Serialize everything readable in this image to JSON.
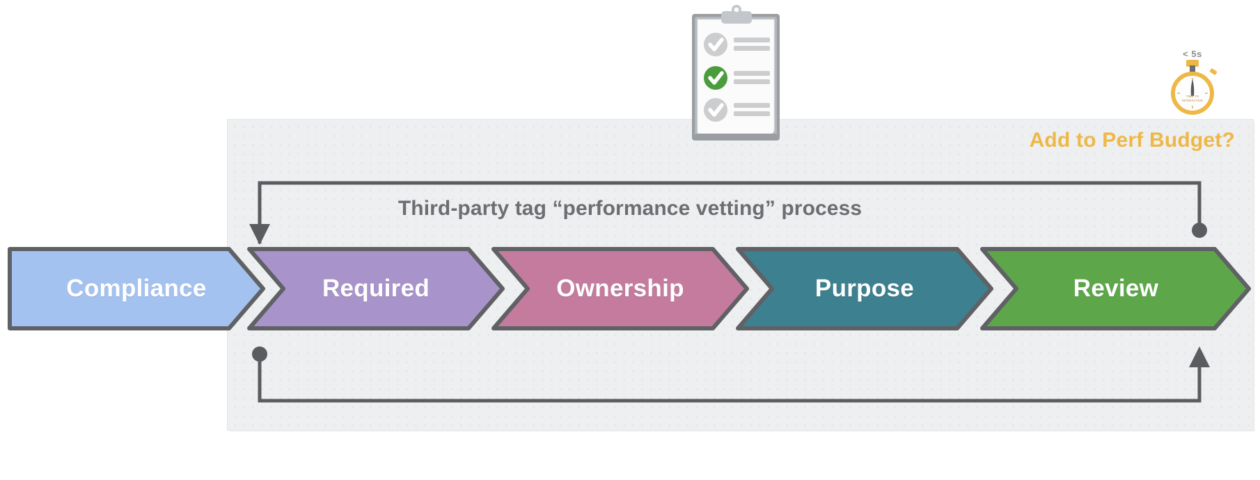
{
  "diagram": {
    "title": "Third-party tag “performance vetting” process",
    "perf_budget_label": "Add to Perf Budget?",
    "panel_background": "#eeeff0",
    "accent_orange": "#eeb847",
    "line_color": "#5a5c60",
    "title_color": "#6b6e72"
  },
  "stages": [
    {
      "label": "Compliance",
      "color": "#a4c2f0",
      "stroke": "#5f6165",
      "text_color": "#ffffff"
    },
    {
      "label": "Required",
      "color": "#a894ca",
      "stroke": "#5f6165",
      "text_color": "#ffffff"
    },
    {
      "label": "Ownership",
      "color": "#c47b9e",
      "stroke": "#5f6165",
      "text_color": "#ffffff"
    },
    {
      "label": "Purpose",
      "color": "#3d808f",
      "stroke": "#5f6165",
      "text_color": "#ffffff"
    },
    {
      "label": "Review",
      "color": "#5da74a",
      "stroke": "#5f6165",
      "text_color": "#ffffff"
    }
  ],
  "icons": {
    "clipboard": {
      "name": "clipboard-checklist-icon",
      "checks": [
        "done",
        "active",
        "done"
      ],
      "active_color": "#4a9c3c",
      "inactive_color": "#c9cbcd"
    },
    "stopwatch": {
      "name": "stopwatch-icon",
      "caption": "< 5s",
      "metric_line_1": "TIME TO",
      "metric_line_2": "INTERACTIVE",
      "color": "#eeb847"
    }
  },
  "loops": {
    "top": {
      "name": "feedback-loop-top",
      "from_label": "Review",
      "to_label": "Compliance",
      "endpoint_marker": "dot",
      "arrow_marker": "arrowhead-down"
    },
    "bottom": {
      "name": "feedback-loop-bottom",
      "from_label": "Compliance",
      "to_label": "Review",
      "endpoint_marker": "dot",
      "arrow_marker": "arrowhead-up"
    }
  }
}
